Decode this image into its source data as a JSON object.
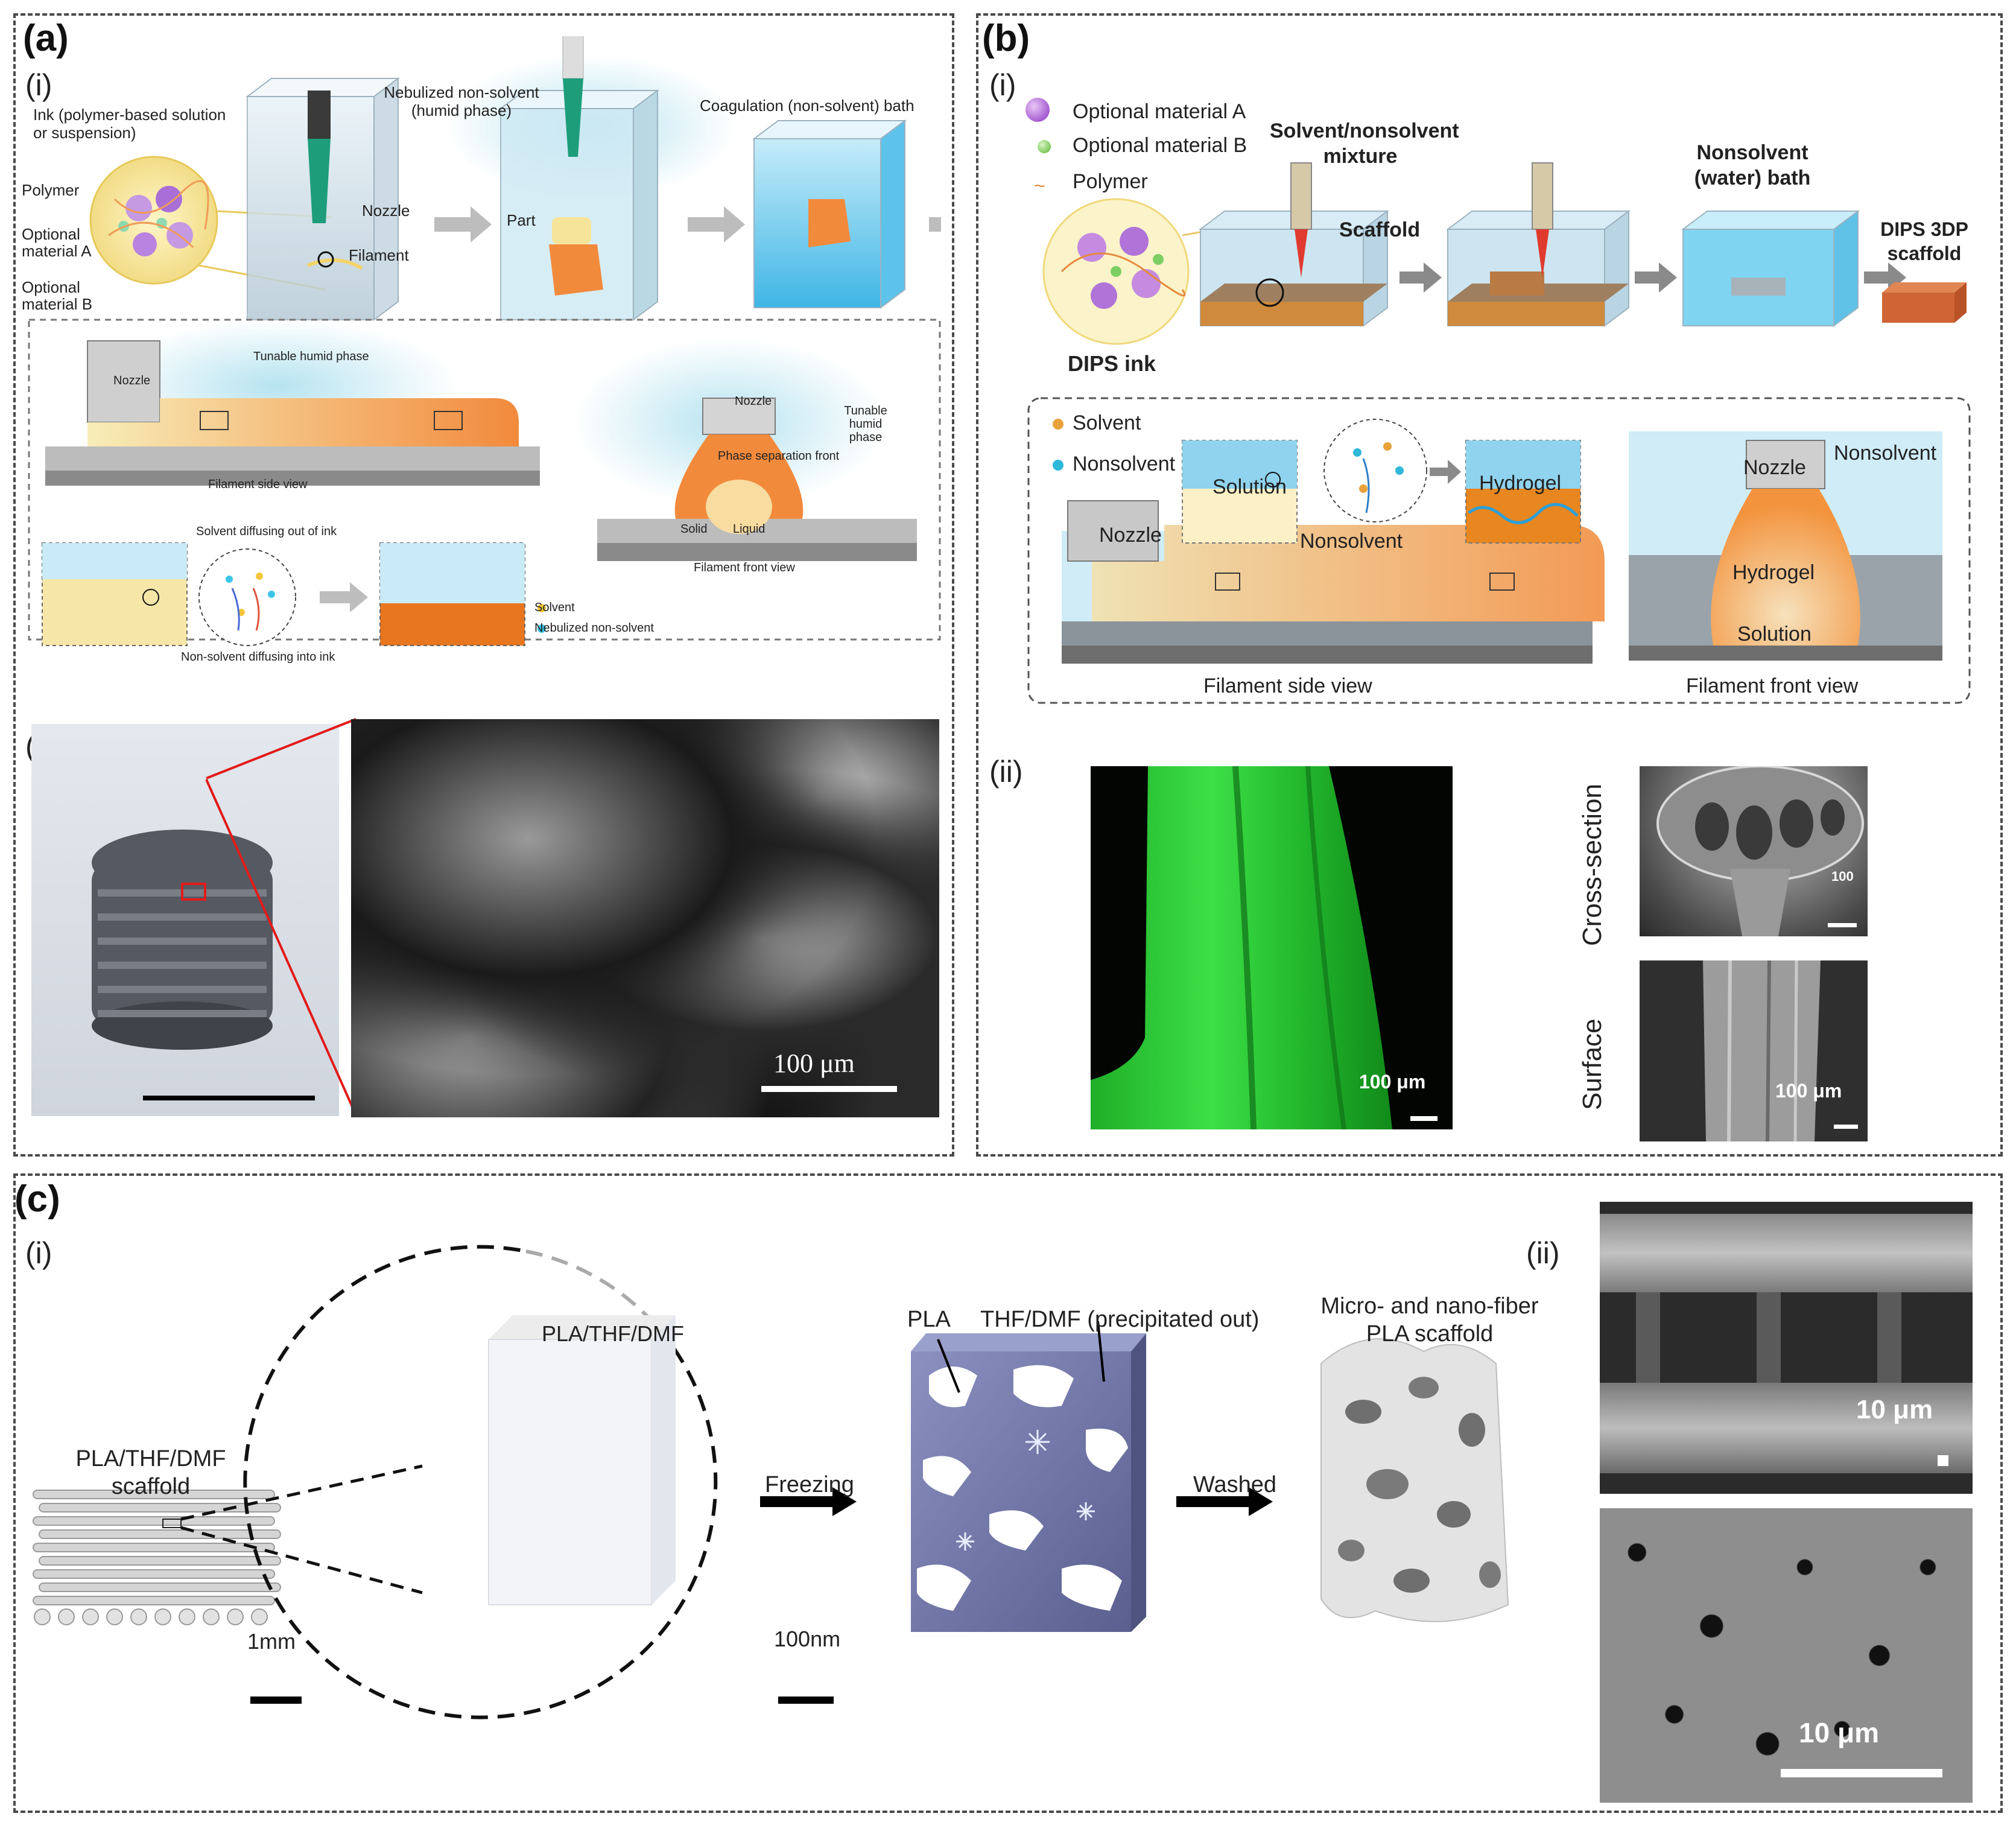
{
  "panels": {
    "a": {
      "label": "(a)",
      "sub_i": "(i)",
      "sub_ii": "(ii)"
    },
    "b": {
      "label": "(b)",
      "sub_i": "(i)",
      "sub_ii": "(ii)"
    },
    "c": {
      "label": "(c)",
      "sub_i": "(i)",
      "sub_ii": "(ii)"
    }
  },
  "a_i": {
    "ink": "Ink (polymer-based solution or suspension)",
    "polymer": "Polymer",
    "opt_a": "Optional material A",
    "opt_b": "Optional material B",
    "nebulized": "Nebulized non-solvent (humid phase)",
    "nozzle": "Nozzle",
    "filament": "Filament",
    "part": "Part",
    "coag": "Coagulation (non-solvent) bath",
    "tunable": "Tunable humid phase",
    "nozzle2": "Nozzle",
    "side_view": "Filament side view",
    "nozzle3": "Nozzle",
    "tunable2": "Tunable humid phase",
    "psf": "Phase separation front",
    "solid": "Solid",
    "liquid": "Liquid",
    "front_view": "Filament front view",
    "solvent_out": "Solvent diffusing out of ink",
    "nonsolvent_in": "Non-solvent diffusing into ink",
    "leg_solvent": "Solvent",
    "leg_neb": "Nebulized non-solvent"
  },
  "a_ii": {
    "scale": "100 μm"
  },
  "b_i": {
    "opt_a": "Optional material A",
    "opt_b": "Optional material B",
    "polymer": "Polymer",
    "mixture": "Solvent/nonsolvent mixture",
    "scaffold": "Scaffold",
    "bath": "Nonsolvent (water) bath",
    "dips3dp": "DIPS 3DP scaffold",
    "dips_ink": "DIPS ink",
    "solvent": "Solvent",
    "nonsolvent": "Nonsolvent",
    "solution": "Solution",
    "hydrogel": "Hydrogel",
    "nozzle": "Nozzle",
    "nonsolvent_mid": "Nonsolvent",
    "side_view": "Filament side view",
    "nozzle_front": "Nozzle",
    "nonsolvent_front": "Nonsolvent",
    "hydrogel_front": "Hydrogel",
    "solution_front": "Solution",
    "front_view": "Filament front view"
  },
  "b_ii": {
    "scale_green": "100 μm",
    "cross_section": "Cross-section",
    "surface": "Surface",
    "scale_cross": "100",
    "scale_surface": "100 μm"
  },
  "c_i": {
    "scaffold": "PLA/THF/DMF scaffold",
    "scale_1mm": "1mm",
    "cube": "PLA/THF/DMF",
    "scale_100nm": "100nm",
    "freezing": "Freezing",
    "pla": "PLA",
    "thf_dmf": "THF/DMF (precipitated out)",
    "washed": "Washed",
    "micro_nano": "Micro- and nano-fiber PLA scaffold"
  },
  "c_ii": {
    "scale_top": "10 μm",
    "scale_bottom": "10 μm"
  },
  "colors": {
    "water": "#8fd3ee",
    "ink": "#f3e3a6",
    "gel": "#f28a3c",
    "green": "#2fd63a",
    "frozen": "#7c82b5"
  }
}
